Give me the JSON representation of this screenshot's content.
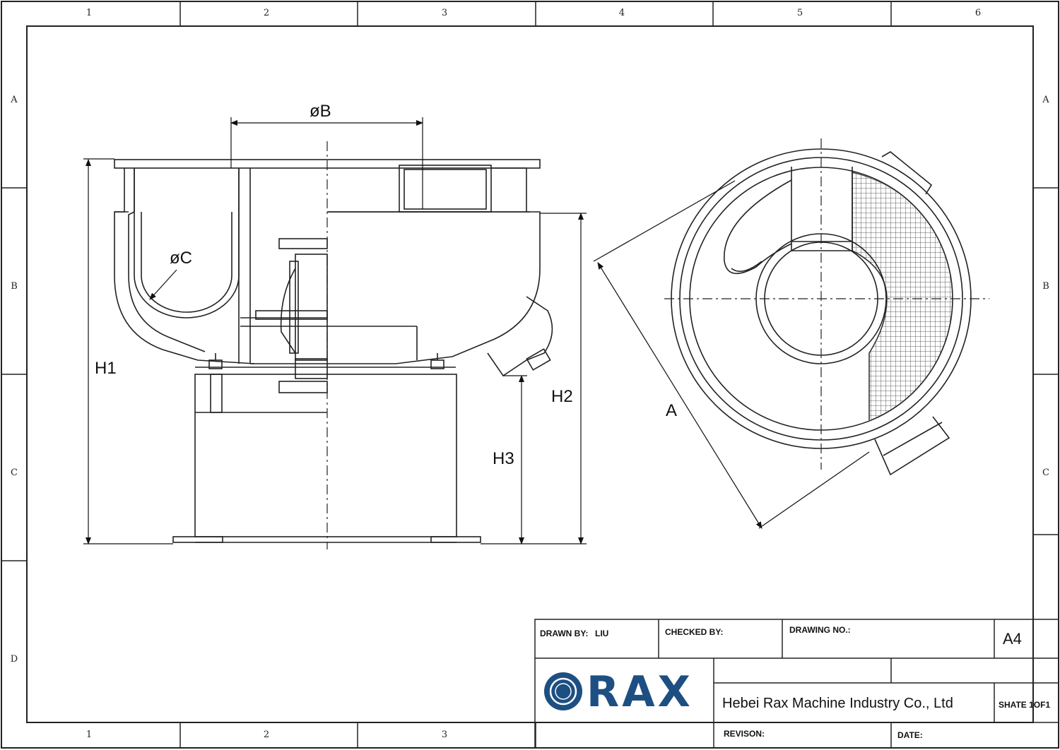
{
  "frame": {
    "col_labels": [
      "1",
      "2",
      "3",
      "4",
      "5",
      "6"
    ],
    "row_labels": [
      "A",
      "B",
      "C",
      "D"
    ],
    "bottom_col_labels": [
      "1",
      "2",
      "3"
    ]
  },
  "dimensions": {
    "phi_b": "øB",
    "phi_c": "øC",
    "h1": "H1",
    "h2": "H2",
    "h3": "H3",
    "a": "A"
  },
  "title_block": {
    "drawn_by_label": "DRAWN BY:",
    "drawn_by_value": "LIU",
    "checked_by_label": "CHECKED BY:",
    "drawing_no_label": "DRAWING NO.:",
    "size": "A4",
    "logo_text": "RAX",
    "company": "Hebei Rax Machine Industry Co., Ltd",
    "sheet": "SHATE 1OF1",
    "revision_label": "REVISON:",
    "date_label": "DATE:"
  },
  "colors": {
    "line": "#222222",
    "logo_blue": "#1d4f82"
  }
}
